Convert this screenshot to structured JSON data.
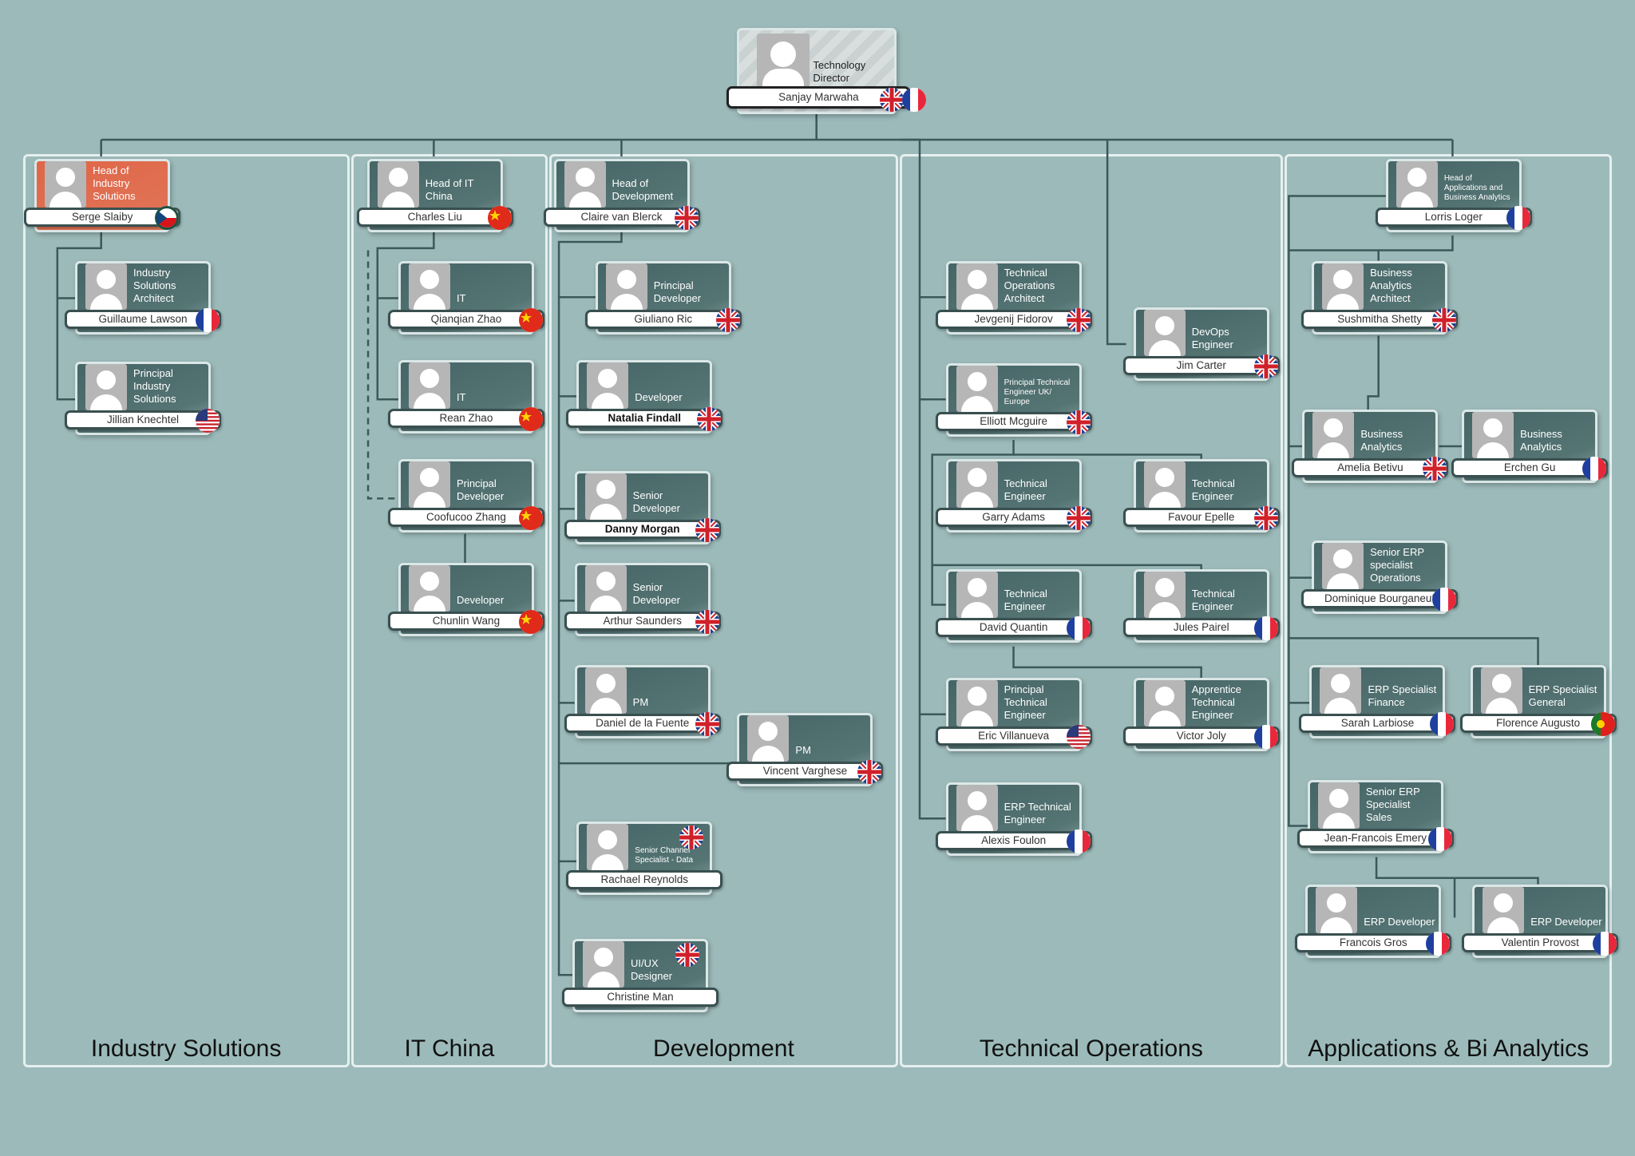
{
  "sections": [
    {
      "id": "industry",
      "label": "Industry Solutions"
    },
    {
      "id": "itchina",
      "label": "IT China"
    },
    {
      "id": "development",
      "label": "Development"
    },
    {
      "id": "techops",
      "label": "Technical Operations"
    },
    {
      "id": "apps",
      "label": "Applications & Bi Analytics"
    }
  ],
  "people": [
    {
      "name": "Sanjay Marwaha",
      "title": "Technology Director",
      "flags": [
        "uk",
        "fr"
      ]
    },
    {
      "name": "Serge Slaiby",
      "title": "Head of Industry Solutions",
      "flags": [
        "cz"
      ]
    },
    {
      "name": "Guillaume Lawson",
      "title": "Industry Solutions Architect",
      "flags": [
        "fr"
      ]
    },
    {
      "name": "Jillian Knechtel",
      "title": "Principal Industry Solutions",
      "flags": [
        "us"
      ]
    },
    {
      "name": "Charles Liu",
      "title": "Head of IT China",
      "flags": [
        "cn"
      ]
    },
    {
      "name": "Qianqian Zhao",
      "title": "IT",
      "flags": [
        "cn"
      ]
    },
    {
      "name": "Rean Zhao",
      "title": "IT",
      "flags": [
        "cn"
      ]
    },
    {
      "name": "Coofucoo Zhang",
      "title": "Principal Developer",
      "flags": [
        "cn"
      ]
    },
    {
      "name": "Chunlin Wang",
      "title": "Developer",
      "flags": [
        "cn"
      ]
    },
    {
      "name": "Claire van Blerck",
      "title": "Head of Development",
      "flags": [
        "uk"
      ]
    },
    {
      "name": "Giuliano Ric",
      "title": "Principal Developer",
      "flags": [
        "uk"
      ]
    },
    {
      "name": "Natalia Findall",
      "title": "Developer",
      "flags": [
        "uk"
      ]
    },
    {
      "name": "Danny Morgan",
      "title": "Senior Developer",
      "flags": [
        "uk"
      ]
    },
    {
      "name": "Arthur Saunders",
      "title": "Senior Developer",
      "flags": [
        "uk"
      ]
    },
    {
      "name": "Daniel de la Fuente",
      "title": "PM",
      "flags": [
        "uk"
      ]
    },
    {
      "name": "Vincent Varghese",
      "title": "PM",
      "flags": [
        "uk"
      ]
    },
    {
      "name": "Rachael Reynolds",
      "title": "Senior Channel Specialist - Data",
      "flags": [
        "uk"
      ]
    },
    {
      "name": "Christine Man",
      "title": "UI/UX Designer",
      "flags": [
        "uk"
      ]
    },
    {
      "name": "Jevgenij Fidorov",
      "title": "Technical Operations Architect",
      "flags": [
        "uk"
      ]
    },
    {
      "name": "Jim Carter",
      "title": "DevOps Engineer",
      "flags": [
        "uk"
      ]
    },
    {
      "name": "Elliott Mcguire",
      "title": "Principal Technical Engineer UK/ Europe",
      "flags": [
        "uk"
      ]
    },
    {
      "name": "Garry Adams",
      "title": "Technical Engineer",
      "flags": [
        "uk"
      ]
    },
    {
      "name": "Favour Epelle",
      "title": "Technical Engineer",
      "flags": [
        "uk"
      ]
    },
    {
      "name": "David Quantin",
      "title": "Technical Engineer",
      "flags": [
        "fr"
      ]
    },
    {
      "name": "Jules Pairel",
      "title": "Technical Engineer",
      "flags": [
        "fr"
      ]
    },
    {
      "name": "Eric Villanueva",
      "title": "Principal Technical Engineer",
      "flags": [
        "us"
      ]
    },
    {
      "name": "Victor Joly",
      "title": "Apprentice Technical Engineer",
      "flags": [
        "fr"
      ]
    },
    {
      "name": "Alexis Foulon",
      "title": "ERP Technical Engineer",
      "flags": [
        "fr"
      ]
    },
    {
      "name": "Lorris Loger",
      "title": "Head of Applications and Business Analytics",
      "flags": [
        "fr"
      ]
    },
    {
      "name": "Sushmitha Shetty",
      "title": "Business Analytics Architect",
      "flags": [
        "uk"
      ]
    },
    {
      "name": "Amelia Betivu",
      "title": "Business Analytics",
      "flags": [
        "uk"
      ]
    },
    {
      "name": "Erchen Gu",
      "title": "Business Analytics",
      "flags": [
        "fr"
      ]
    },
    {
      "name": "Dominique Bourganeuf",
      "title": "Senior ERP specialist Operations",
      "flags": [
        "fr"
      ]
    },
    {
      "name": "Sarah Larbiose",
      "title": "ERP Specialist Finance",
      "flags": [
        "fr"
      ]
    },
    {
      "name": "Florence Augusto",
      "title": "ERP Specialist General",
      "flags": [
        "pt"
      ]
    },
    {
      "name": "Jean-Francois Emery",
      "title": "Senior ERP Specialist Sales",
      "flags": [
        "fr"
      ]
    },
    {
      "name": "Francois Gros",
      "title": "ERP Developer",
      "flags": [
        "fr"
      ]
    },
    {
      "name": "Valentin Provost",
      "title": "ERP Developer",
      "flags": [
        "fr"
      ]
    }
  ],
  "colors": {
    "background": "#9cbaba",
    "card": "#4d6c6c",
    "head_highlight": "#e06548",
    "connector": "#3c5858"
  }
}
